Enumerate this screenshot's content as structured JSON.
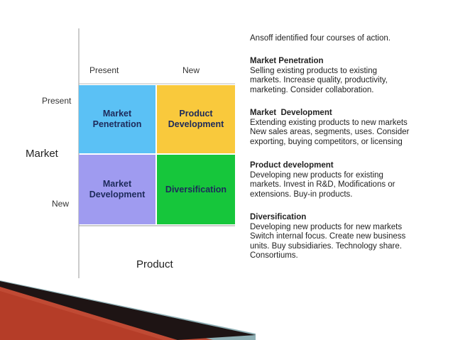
{
  "diagram": {
    "col_labels": [
      "Present",
      "New"
    ],
    "row_labels": [
      "Present",
      "New"
    ],
    "y_axis_title": "Market",
    "x_axis_title": "Product",
    "cells": [
      {
        "label": "Market\nPenetration",
        "color": "#5bc1f5"
      },
      {
        "label": "Product\nDevelopment",
        "color": "#f9c93c"
      },
      {
        "label": "Market\nDevelopment",
        "color": "#9f9bf0"
      },
      {
        "label": "Diversification",
        "color": "#16c63b"
      }
    ]
  },
  "text_panel": {
    "intro": "Ansoff identified four courses of action.",
    "sections": [
      {
        "heading": "Market Penetration",
        "body": "Selling existing products to existing\nmarkets. Increase quality, productivity,\nmarketing. Consider collaboration."
      },
      {
        "heading": "Market  Development",
        "body": "Extending existing products to new markets\nNew sales areas, segments, uses. Consider\nexporting, buying competitors, or licensing"
      },
      {
        "heading": "Product development",
        "body": "Developing new products for existing\nmarkets. Invest in R&D, Modifications or\nextensions.  Buy-in products."
      },
      {
        "heading": "Diversification",
        "body": "Developing new products for new markets\nSwitch internal focus. Create new business\nunits. Buy subsidiaries. Technology share.\nConsortiums."
      }
    ]
  },
  "colors": {
    "decoration_dark": "#2a1a1a",
    "decoration_red": "#b4412d",
    "decoration_teal": "#7a9aa0"
  }
}
